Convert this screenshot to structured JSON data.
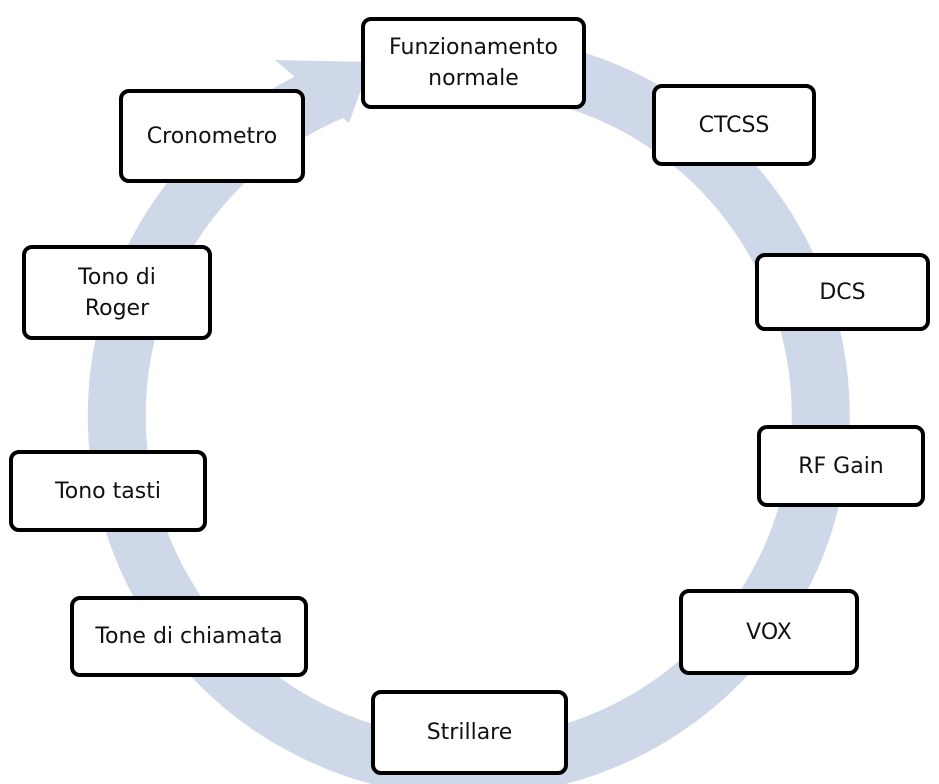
{
  "colors": {
    "ring": "#cfd8e9",
    "box_border": "#000000",
    "box_fill": "#ffffff",
    "text": "#111111"
  },
  "ring": {
    "shape": "circular-arrow",
    "direction": "clockwise"
  },
  "nodes": [
    {
      "id": "funzionamento-normale",
      "label": "Funzionamento\nnormale"
    },
    {
      "id": "ctcss",
      "label": "CTCSS"
    },
    {
      "id": "dcs",
      "label": "DCS"
    },
    {
      "id": "rf-gain",
      "label": "RF Gain"
    },
    {
      "id": "vox",
      "label": "VOX"
    },
    {
      "id": "strillare",
      "label": "Strillare"
    },
    {
      "id": "tone-di-chiamata",
      "label": "Tone di chiamata"
    },
    {
      "id": "tono-tasti",
      "label": "Tono tasti"
    },
    {
      "id": "tono-di-roger",
      "label": "Tono di\nRoger"
    },
    {
      "id": "cronometro",
      "label": "Cronometro"
    }
  ]
}
